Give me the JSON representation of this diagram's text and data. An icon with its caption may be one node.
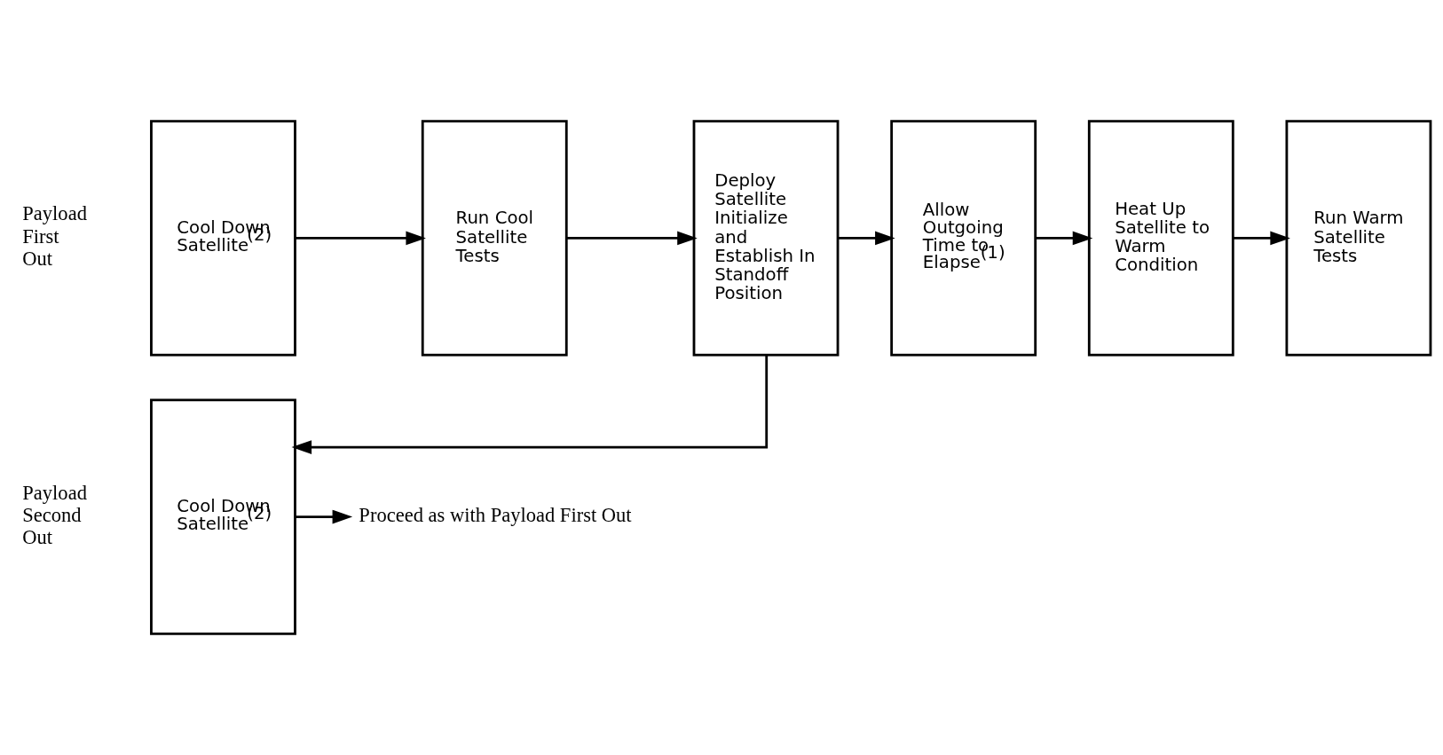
{
  "diagram": {
    "nodes": [
      {
        "text": [
          "Cool Down Satellite$^{(2)}$"
        ]
      },
      {
        "text": [
          "Run Cool Satellite Tests"
        ]
      },
      {
        "text": [
          "Deploy Satellite Initialize and Establish In Standoff Position"
        ]
      },
      {
        "text": [
          "Allow Outgoing Time to Elapse$^{(1)}$"
        ]
      },
      {
        "text": [
          "Heat Up Satellite to Warm Condition"
        ]
      },
      {
        "text": [
          "Run Warm Satellite Tests"
        ]
      },
      {
        "text": [
          "Cool Down Satellite$^{(2)}$"
        ]
      },
      {
        "text": [
          "Proceed as with Payload First Out"
        ]
      }
    ],
    "edges": [
      {
        "from": 0,
        "to": 1,
        "arrow": "to"
      },
      {
        "from": 1,
        "to": 2,
        "arrow": "to"
      },
      {
        "from": 2,
        "to": 3,
        "arrow": "to"
      },
      {
        "from": 3,
        "to": 4,
        "arrow": "to"
      },
      {
        "from": 4,
        "to": 5,
        "arrow": "to"
      },
      {
        "from": 2,
        "to": 6,
        "arrow": "to"
      },
      {
        "from": 6,
        "to": 7,
        "arrow": "to"
      }
    ],
    "labels": [
      "Payload First Out",
      "Payload Second Out"
    ]
  }
}
